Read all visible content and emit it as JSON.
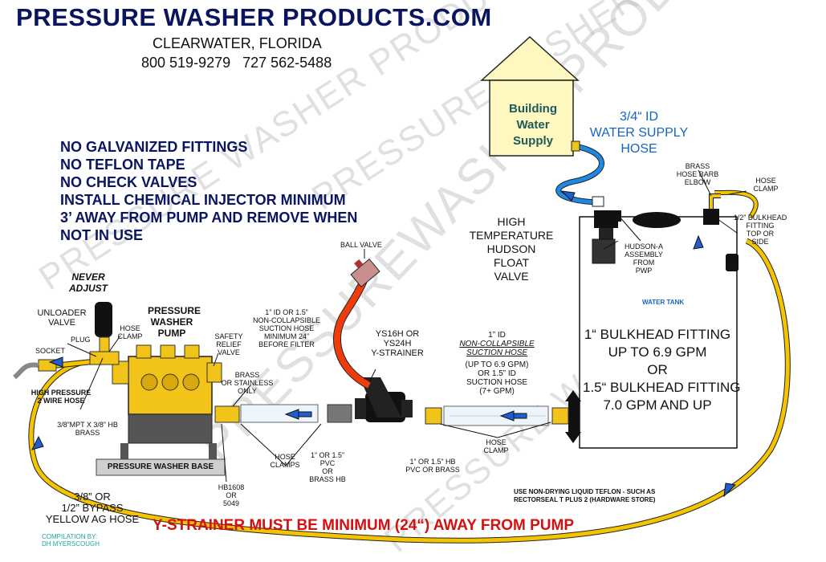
{
  "header": {
    "title": "PRESSURE WASHER PRODUCTS.COM",
    "city": "CLEARWATER, FLORIDA",
    "phones": "800 519-9279   727 562-5488"
  },
  "warnings": [
    "NO GALVANIZED FITTINGS",
    "NO TEFLON TAPE",
    "NO CHECK VALVES",
    "INSTALL CHEMICAL INJECTOR MINIMUM",
    "3’  AWAY FROM PUMP AND REMOVE WHEN",
    "NOT IN USE"
  ],
  "building": {
    "line1": "Building",
    "line2": "Water",
    "line3": "Supply"
  },
  "supply_hose": {
    "line1": "3/4“ ID",
    "line2": "WATER SUPPLY",
    "line3": "HOSE"
  },
  "hose_barb": {
    "line1": "BRASS",
    "line2": "HOSE BARB",
    "line3": "ELBOW"
  },
  "hose_clamp_top": {
    "line1": "HOSE",
    "line2": "CLAMP"
  },
  "half_bulkhead": {
    "line1": "1/2” BULKHEAD",
    "line2": "FITTING",
    "line3": "TOP OR",
    "line4": "SIDE"
  },
  "float_valve": {
    "line1": "HIGH TEMPERATURE",
    "line2": "HUDSON",
    "line3": "FLOAT",
    "line4": "VALVE"
  },
  "hudson": {
    "line1": "HUDSON-A",
    "line2": "ASSEMBLY",
    "line3": "FROM",
    "line4": "PWP"
  },
  "tank": {
    "label": "WATER TANK",
    "line1": "1“ BULKHEAD FITTING",
    "line2": "UP TO 6.9 GPM",
    "line3": "OR",
    "line4": "1.5“ BULKHEAD FITTING",
    "line5": "7.0 GPM AND UP"
  },
  "never_adjust": {
    "line1": "NEVER",
    "line2": "ADJUST"
  },
  "unloader": {
    "line1": "UNLOADER",
    "line2": "VALVE"
  },
  "plug": "PLUG",
  "hose_clamp_pump": {
    "line1": "HOSE",
    "line2": "CLAMP"
  },
  "pump": {
    "line1": "PRESSURE",
    "line2": "WASHER",
    "line3": "PUMP"
  },
  "socket": "SOCKET",
  "hp_hose": {
    "line1": "HIGH PRESSURE",
    "line2": "2 WIRE HOSE"
  },
  "mpt": {
    "line1": "3/8”MPT X 3/8” HB",
    "line2": "BRASS"
  },
  "safety": {
    "line1": "SAFETY",
    "line2": "RELIEF",
    "line3": "VALVE"
  },
  "brass_ss": {
    "line1": "BRASS",
    "line2": "OR STAINLESS",
    "line3": "ONLY"
  },
  "suction_left": {
    "line1": "1” ID OR 1.5”",
    "line2": "NON-COLLAPSIBLE",
    "line3": "SUCTION HOSE",
    "line4": "MINIMUM 24”",
    "line5": "BEFORE FILTER"
  },
  "ball_valve": "BALL VALVE",
  "ystrainer": {
    "line1": "YS16H OR",
    "line2": "YS24H",
    "line3": "Y-STRAINER"
  },
  "suction_right": {
    "line1": "1” ID",
    "line2": "NON-COLLAPSIBLE",
    "line3": "SUCTION HOSE",
    "line4": "(UP TO 6.9 GPM)",
    "line5": "OR 1.5” ID",
    "line6": "SUCTION HOSE",
    "line7": "(7+ GPM)"
  },
  "base": "PRESSURE WASHER BASE",
  "hb": {
    "line1": "HB1608",
    "line2": "OR",
    "line3": "5049"
  },
  "hose_clamps_mid": {
    "line1": "HOSE",
    "line2": "CLAMPS"
  },
  "pvc": {
    "line1": "1” OR 1.5”",
    "line2": "PVC",
    "line3": "OR",
    "line4": "BRASS HB"
  },
  "hb_pvc": {
    "line1": "1” OR 1.5” HB",
    "line2": "PVC OR BRASS"
  },
  "hose_clamp_right": {
    "line1": "HOSE",
    "line2": "CLAMP"
  },
  "bypass": {
    "line1": "3/8” OR",
    "line2": "1/2” BYPASS",
    "line3": "YELLOW AG HOSE"
  },
  "teflon_note": {
    "line1": "USE NON-DRYING LIQUID TEFLON - SUCH AS",
    "line2": "RECTORSEAL T PLUS 2   (HARDWARE STORE)"
  },
  "footer": "Y-STRAINER MUST BE MINIMUM (24“) AWAY FROM PUMP",
  "credit": {
    "line1": "COMPILATION BY:",
    "line2": "DH MYERSCOUGH"
  },
  "watermarks": [
    "PRESSURE WASHER PRODUCTS",
    "PRESSUREWASHERPRODUCTS.COM",
    "PRESSURE WASHER PRODUCTS.COM",
    "PRESSURE WASHER"
  ],
  "colors": {
    "title": "#0a1560",
    "hose_yellow": "#f5c400",
    "hose_blue": "#1e88e5",
    "hose_red": "#f03c0a",
    "pump_yellow": "#f2c318",
    "footer_red": "#d41010"
  }
}
